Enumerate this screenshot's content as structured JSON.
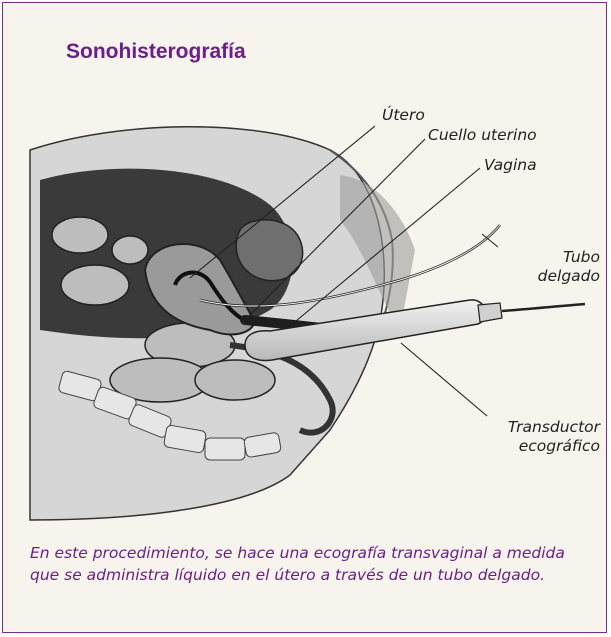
{
  "title": "Sonohisterografía",
  "labels": {
    "uterus": "Útero",
    "cervix": "Cuello uterino",
    "vagina": "Vagina",
    "thin_tube_line1": "Tubo",
    "thin_tube_line2": "delgado",
    "transducer_line1": "Transductor",
    "transducer_line2": "ecográfico"
  },
  "caption": "En este procedimiento, se hace una ecografía transvaginal a medida que se administra líquido en el útero a través de un tubo delgado.",
  "colors": {
    "accent": "#6b1f87",
    "background": "#f7f4ee"
  }
}
